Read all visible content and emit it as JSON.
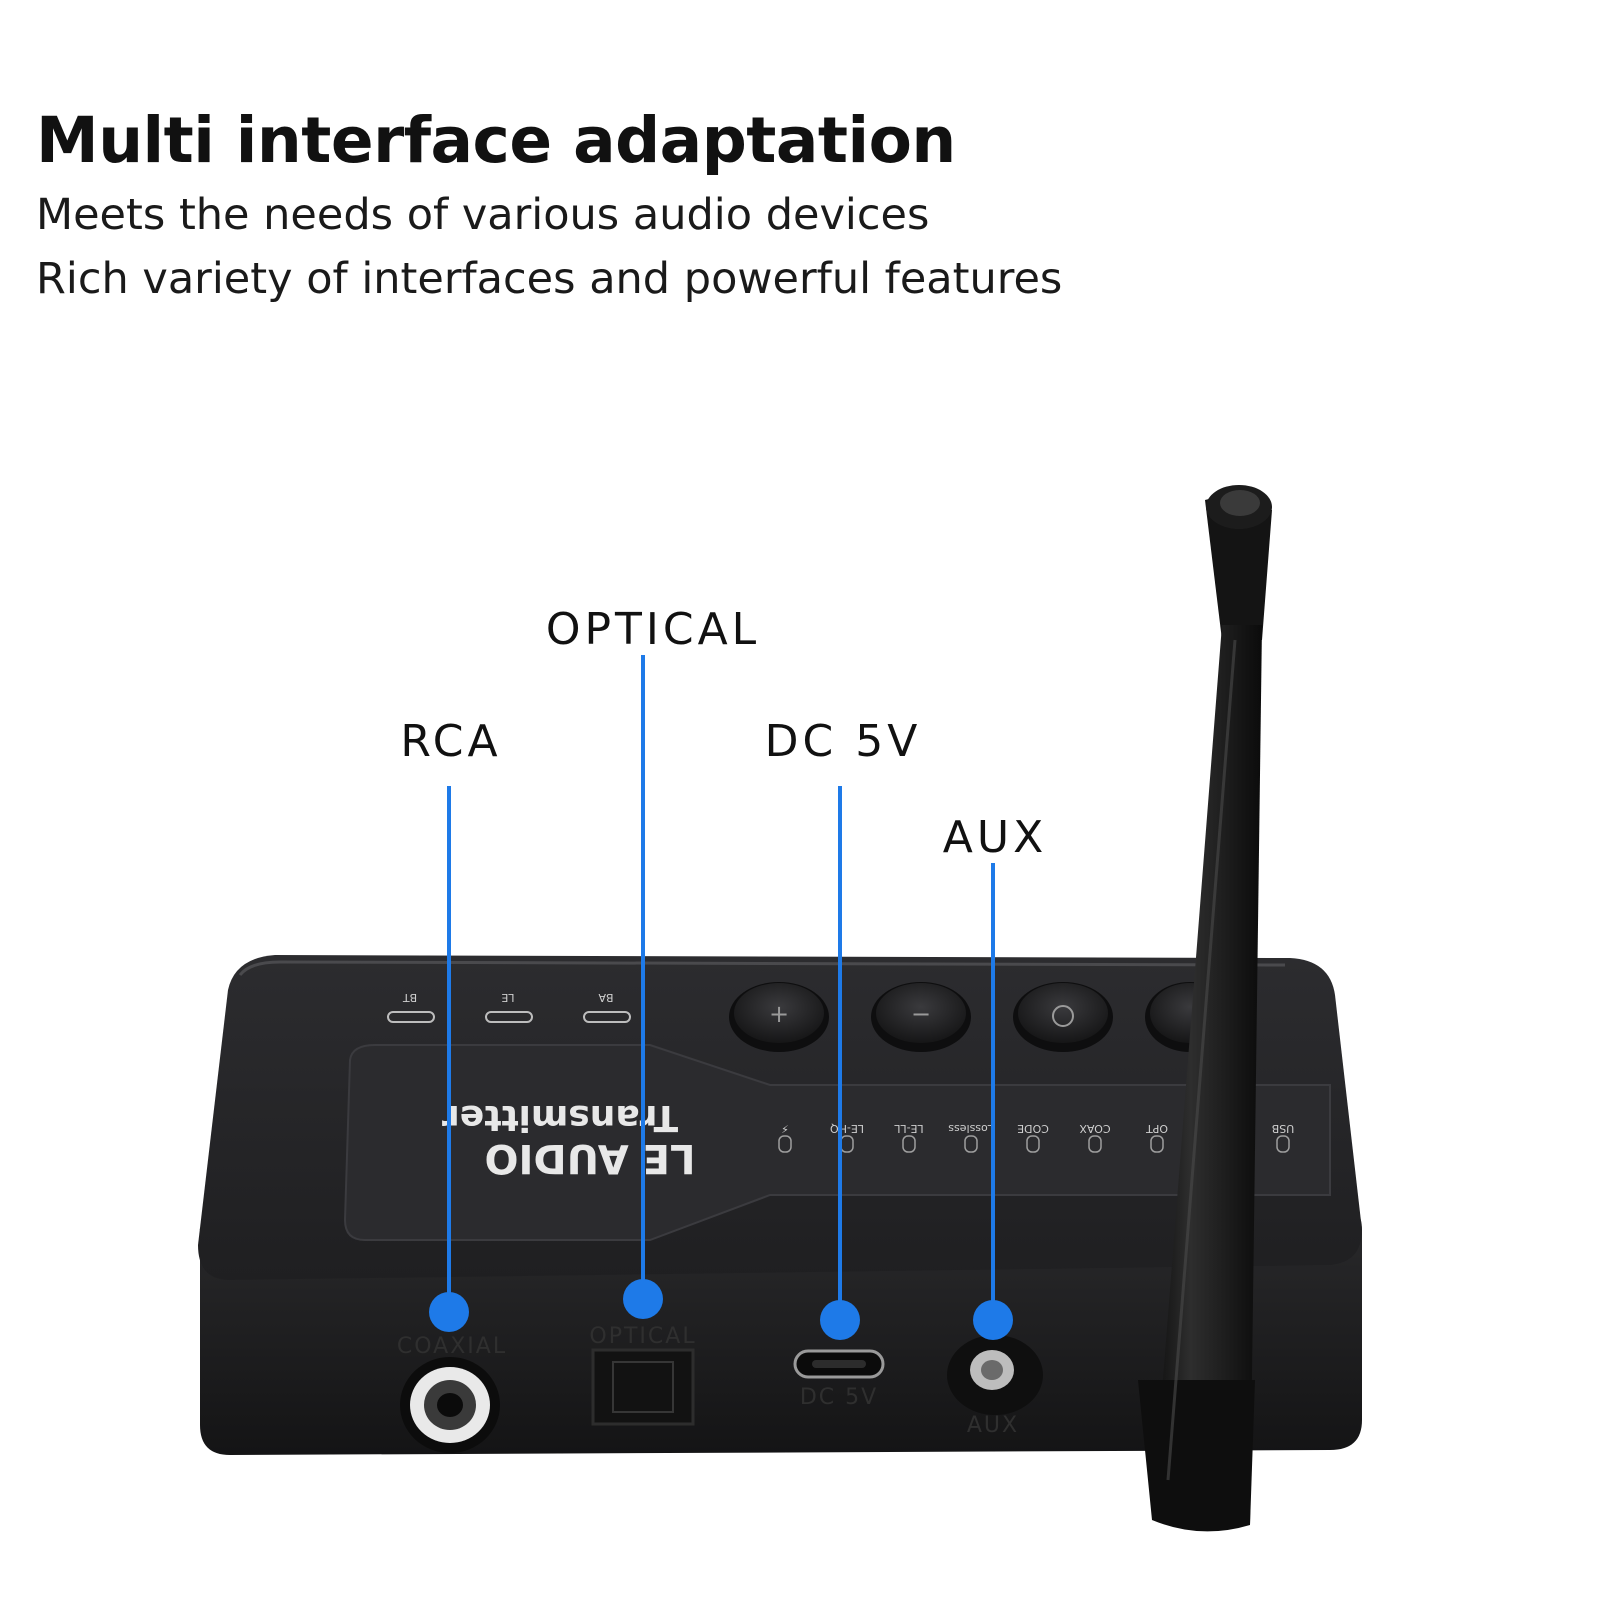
{
  "heading": {
    "title": "Multi interface adaptation",
    "line1": "Meets the needs of various audio devices",
    "line2": "Rich variety of interfaces and powerful features"
  },
  "callouts": {
    "rca": "RCA",
    "optical": "OPTICAL",
    "dc5v": "DC 5V",
    "aux": "AUX"
  },
  "device": {
    "brand_line1": "LE AUDIO",
    "brand_line2": "Transmitter",
    "mode_labels": [
      "BT",
      "LE",
      "BA"
    ],
    "led_labels": [
      "⚡",
      "LE-HQ",
      "LE-LL",
      "Lossless",
      "CODE",
      "COAX",
      "OPT",
      "USB"
    ],
    "port_labels": {
      "coaxial": "COAXIAL",
      "optical": "OPTICAL",
      "dc": "DC 5V",
      "aux": "AUX"
    }
  },
  "colors": {
    "callout_blue": "#1e7ae8",
    "device_body": "#1c1c1e"
  }
}
